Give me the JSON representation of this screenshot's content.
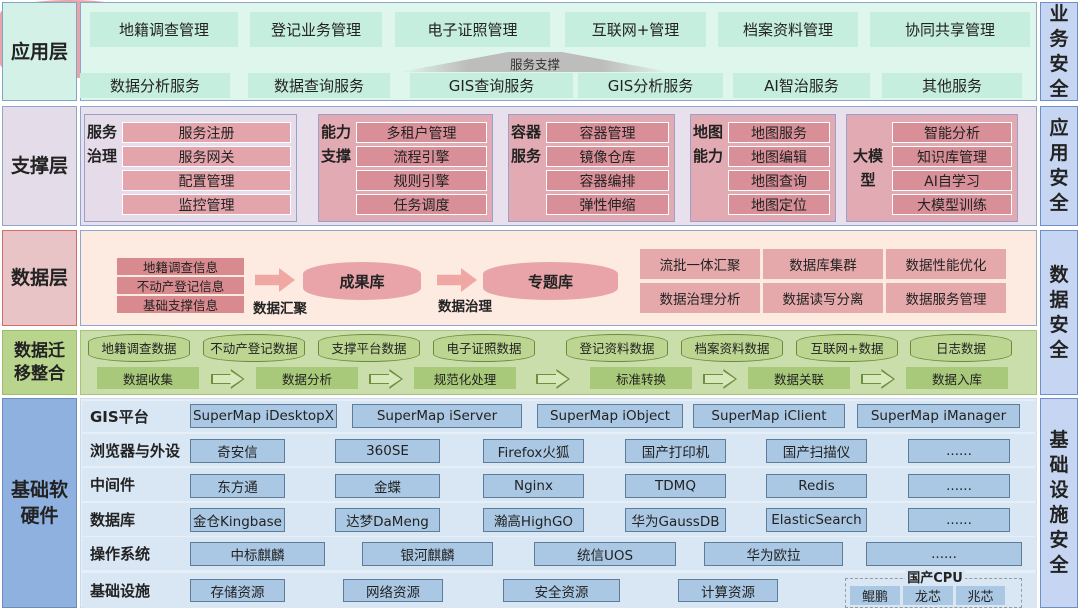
{
  "layers": {
    "app": "应用层",
    "support": "支撑层",
    "data": "数据层",
    "migration": "数据迁移整合",
    "base": "基础软硬件"
  },
  "security": [
    "业务安全",
    "应用安全",
    "数据安全",
    "基础设施安全"
  ],
  "app": {
    "top": [
      "地籍调查管理",
      "登记业务管理",
      "电子证照管理",
      "互联网+管理",
      "档案资料管理",
      "协同共享管理"
    ],
    "arrow_label": "服务支撑",
    "bottom": [
      "数据分析服务",
      "数据查询服务",
      "GIS查询服务",
      "GIS分析服务",
      "AI智治服务",
      "其他服务"
    ]
  },
  "support": [
    {
      "title": "服务治理",
      "items": [
        "服务注册",
        "服务网关",
        "配置管理",
        "监控管理"
      ]
    },
    {
      "title": "能力支撑",
      "items": [
        "多租户管理",
        "流程引擎",
        "规则引擎",
        "任务调度"
      ]
    },
    {
      "title": "容器服务",
      "items": [
        "容器管理",
        "镜像仓库",
        "容器编排",
        "弹性伸缩"
      ]
    },
    {
      "title": "地图能力",
      "items": [
        "地图服务",
        "地图编辑",
        "地图查询",
        "地图定位"
      ]
    },
    {
      "title": "大模型",
      "items": [
        "智能分析",
        "知识库管理",
        "AI自学习",
        "大模型训练"
      ]
    }
  ],
  "data": {
    "source_items": [
      "地籍调查信息",
      "不动产登记信息",
      "基础支撑信息"
    ],
    "step1": "数据汇聚",
    "db1": "成果库",
    "step2": "数据治理",
    "db2": "专题库",
    "features": [
      "流批一体汇聚",
      "数据库集群",
      "数据性能优化",
      "数据治理分析",
      "数据读写分离",
      "数据服务管理"
    ]
  },
  "migration": {
    "sources": [
      "地籍调查数据",
      "不动产登记数据",
      "支撑平台数据",
      "电子证照数据",
      "登记资料数据",
      "档案资料数据",
      "互联网+数据",
      "日志数据"
    ],
    "steps": [
      "数据收集",
      "数据分析",
      "规范化处理",
      "标准转换",
      "数据关联",
      "数据入库"
    ]
  },
  "base": [
    {
      "label": "GIS平台",
      "items": [
        "SuperMap iDesktopX",
        "SuperMap iServer",
        "SuperMap iObject",
        "SuperMap iClient",
        "SuperMap iManager"
      ]
    },
    {
      "label": "浏览器与外设",
      "items": [
        "奇安信",
        "360SE",
        "Firefox火狐",
        "国产打印机",
        "国产扫描仪",
        "......"
      ]
    },
    {
      "label": "中间件",
      "items": [
        "东方通",
        "金蝶",
        "Nginx",
        "TDMQ",
        "Redis",
        "......"
      ]
    },
    {
      "label": "数据库",
      "items": [
        "金仓Kingbase",
        "达梦DaMeng",
        "瀚高HighGO",
        "华为GaussDB",
        "ElasticSearch",
        "......"
      ]
    },
    {
      "label": "操作系统",
      "items": [
        "中标麒麟",
        "银河麒麟",
        "统信UOS",
        "华为欧拉",
        "......"
      ]
    },
    {
      "label": "基础设施",
      "items": [
        "存储资源",
        "网络资源",
        "安全资源",
        "计算资源"
      ]
    }
  ],
  "cpu": {
    "title": "国产CPU",
    "items": [
      "鲲鹏",
      "龙芯",
      "兆芯"
    ]
  }
}
